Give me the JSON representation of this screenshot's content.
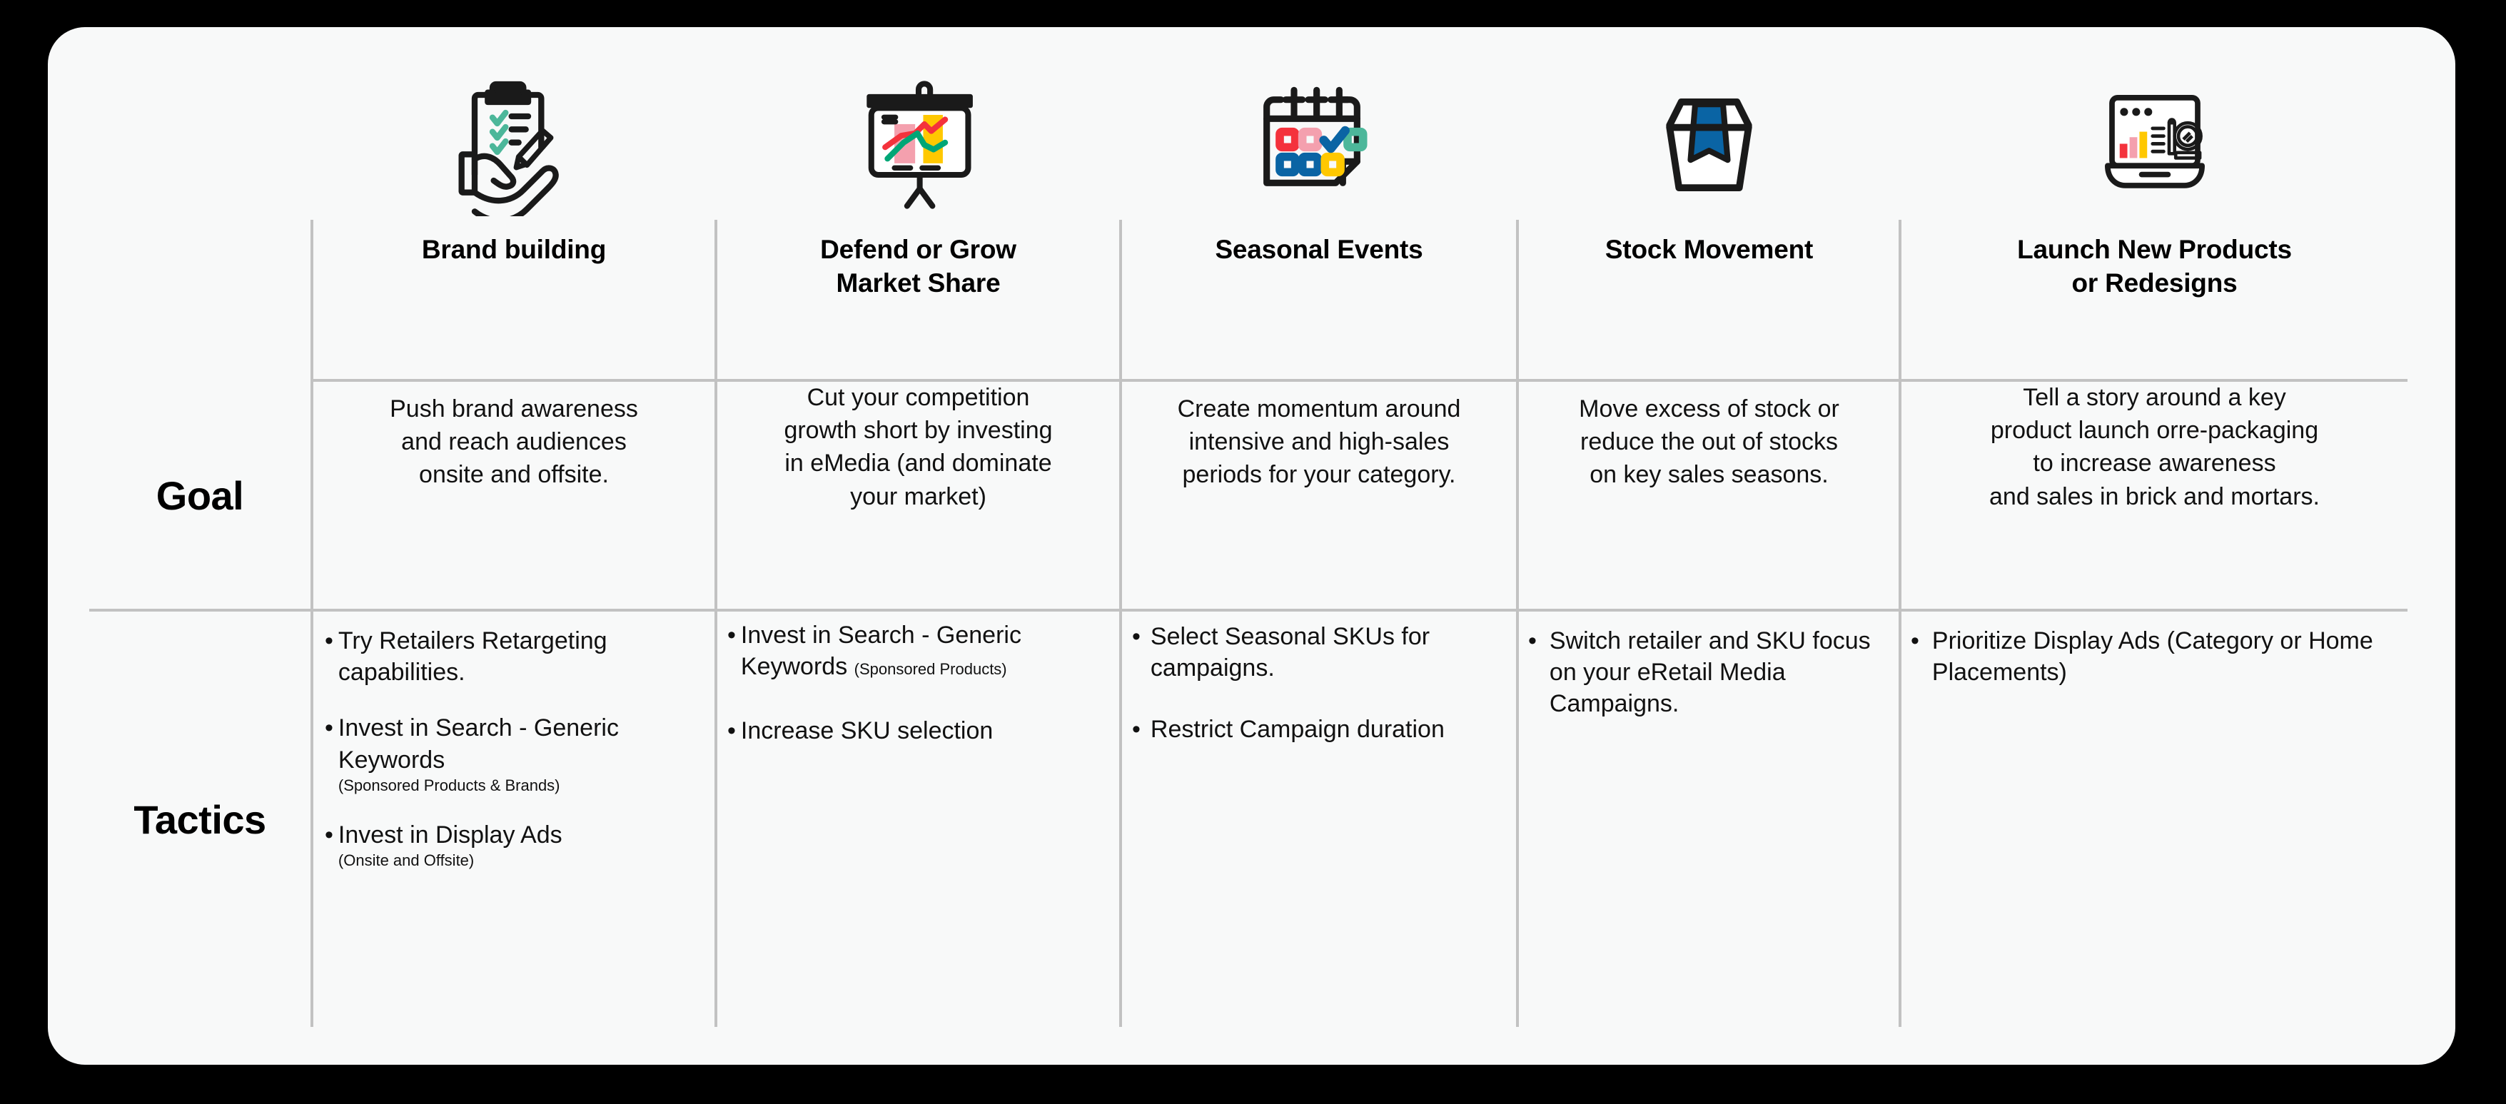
{
  "card": {
    "background_color": "#f8f9f9",
    "page_background": "#000000",
    "divider_color": "#c2c2c2"
  },
  "palette": {
    "green": "#4cb79a",
    "pink": "#f4a0ae",
    "yellow": "#ffc800",
    "red": "#f4323c",
    "blue": "#0a64a4",
    "dark": "#1a1a1a"
  },
  "rows": {
    "goal_label": "Goal",
    "tactics_label": "Tactics"
  },
  "columns": [
    {
      "id": "brand-building",
      "icon": "clipboard-checklist-hand-icon",
      "title": "Brand building",
      "title_lines": [
        "Brand building"
      ],
      "goal": "Push brand awareness and reach audiences onsite and offsite.",
      "goal_lines": [
        "Push brand awareness",
        "and reach audiences",
        "onsite and offsite."
      ],
      "tactics": [
        {
          "bullet": "•",
          "text": "Try Retailers Retargeting capabilities.",
          "note": "",
          "note_inline": false
        },
        {
          "bullet": "•",
          "text": "Invest in Search - Generic Keywords",
          "note": "(Sponsored Products & Brands)",
          "note_inline": false
        },
        {
          "bullet": "•",
          "text": "Invest in Display Ads",
          "note": "(Onsite and Offsite)",
          "note_inline": false
        }
      ]
    },
    {
      "id": "defend-or-grow-market-share",
      "icon": "presentation-chart-icon",
      "title": "Defend or Grow Market Share",
      "title_lines": [
        "Defend or Grow",
        "Market Share"
      ],
      "goal": "Cut your competition growth short by investing in eMedia (and dominate your market)",
      "goal_lines": [
        "Cut your competition",
        "growth short by investing",
        "in eMedia (and dominate",
        "your market)"
      ],
      "tactics": [
        {
          "bullet": "•",
          "text": "Invest in Search - Generic Keywords",
          "note": "(Sponsored Products)",
          "note_inline": true
        },
        {
          "bullet": "•",
          "text": "Increase SKU selection",
          "note": "",
          "note_inline": false
        }
      ]
    },
    {
      "id": "seasonal-events",
      "icon": "calendar-checkmark-icon",
      "title": "Seasonal Events",
      "title_lines": [
        "Seasonal Events"
      ],
      "goal": "Create momentum around intensive and high-sales periods for your category.",
      "goal_lines": [
        "Create momentum around",
        "intensive and high-sales",
        "periods for your category."
      ],
      "tactics": [
        {
          "bullet": "•",
          "text": "Select Seasonal SKUs for campaigns.",
          "note": "",
          "note_inline": false
        },
        {
          "bullet": "•",
          "text": "Restrict Campaign duration",
          "note": "",
          "note_inline": false
        }
      ]
    },
    {
      "id": "stock-movement",
      "icon": "shipping-box-icon",
      "title": "Stock Movement",
      "title_lines": [
        "Stock Movement"
      ],
      "goal": "Move excess of stock or reduce the out of stocks on key sales seasons.",
      "goal_lines": [
        "Move excess of stock or",
        "reduce the out of stocks",
        "on key sales seasons."
      ],
      "tactics": [
        {
          "bullet": "•",
          "text": "Switch retailer and SKU focus on your eRetail Media Campaigns.",
          "note": "",
          "note_inline": false
        }
      ]
    },
    {
      "id": "launch-new-products-or-redesigns",
      "icon": "laptop-analytics-product-icon",
      "title": "Launch New Products or Redesigns",
      "title_lines": [
        "Launch New Products",
        "or Redesigns"
      ],
      "goal": "Tell a story around a key product launch orre-packaging to increase awareness and sales in brick and mortars.",
      "goal_lines": [
        "Tell a story around a key",
        "product launch orre-packaging",
        "to increase awareness",
        "and sales in brick and mortars."
      ],
      "tactics": [
        {
          "bullet": "•",
          "text": "Prioritize Display Ads (Category or Home Placements)",
          "note": "",
          "note_inline": false
        }
      ]
    }
  ]
}
